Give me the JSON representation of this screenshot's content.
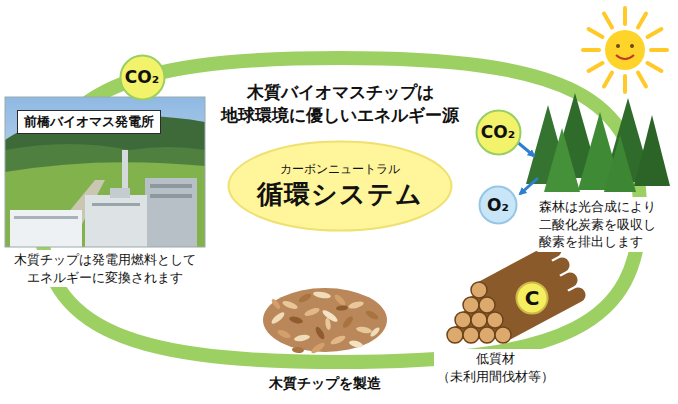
{
  "diagram": {
    "nodes": [
      {
        "text": [
          "CO₂"
        ]
      },
      {
        "text": [
          "前橋バイオマス発電所",
          "木質チップは発電用燃料として エネルギーに変換されます"
        ]
      },
      {
        "text": [
          "カーボンニュートラル",
          "循環システム"
        ]
      },
      {
        "text": [
          "CO₂"
        ]
      },
      {
        "text": [
          "O₂"
        ]
      },
      {
        "text": [
          "C"
        ]
      }
    ],
    "labels": [
      "木質バイオマスチップは 地球環境に優しいエネルギー源",
      "森林は光合成により 二酸化炭素を吸収し 酸素を排出します",
      "低質材 （未利用間伐材等）",
      "木質チップを製造"
    ]
  }
}
